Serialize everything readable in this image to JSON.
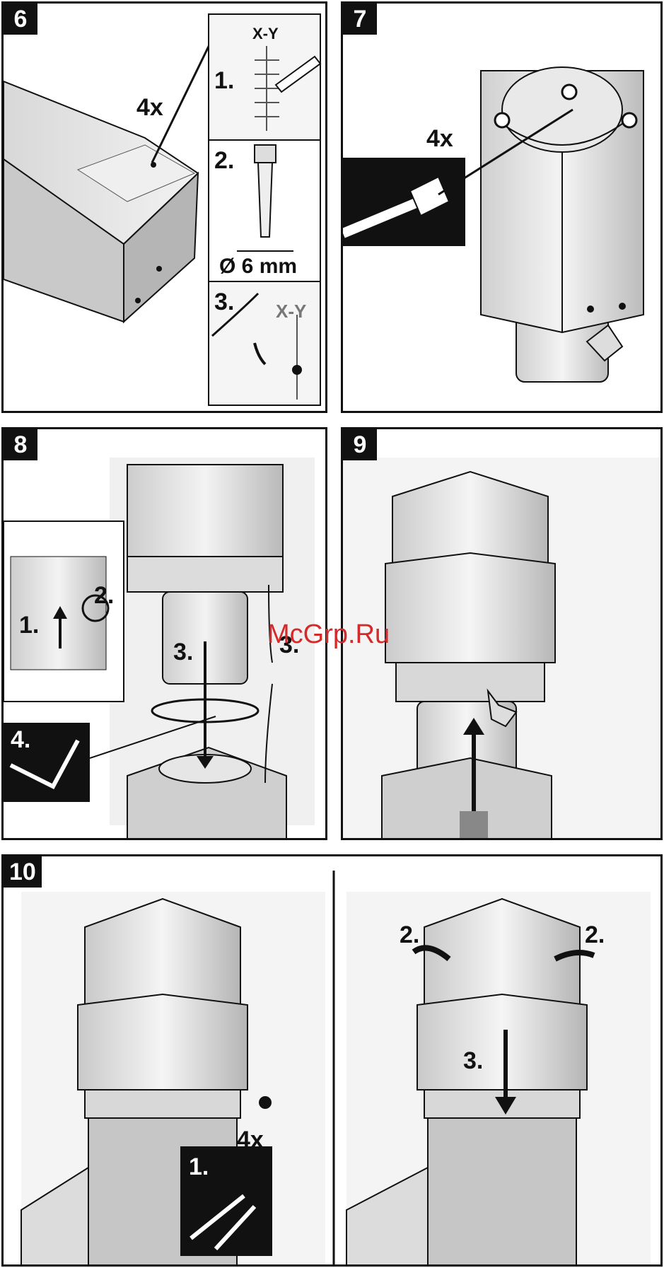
{
  "watermark": "McGrp.Ru",
  "panels": {
    "p6": {
      "number": "6",
      "count": "4x",
      "step1": "1.",
      "step2": "2.",
      "step3": "3.",
      "mark_label": "X-Y",
      "drill_size": "Ø 6 mm"
    },
    "p7": {
      "number": "7",
      "count": "4x"
    },
    "p8": {
      "number": "8",
      "step1": "1.",
      "step2": "2.",
      "step3a": "3.",
      "step3b": "3.",
      "step4": "4."
    },
    "p9": {
      "number": "9"
    },
    "p10": {
      "number": "10",
      "step1": "1.",
      "count": "4x",
      "step2_left": "2.",
      "step2_right": "2.",
      "step3": "3."
    }
  }
}
